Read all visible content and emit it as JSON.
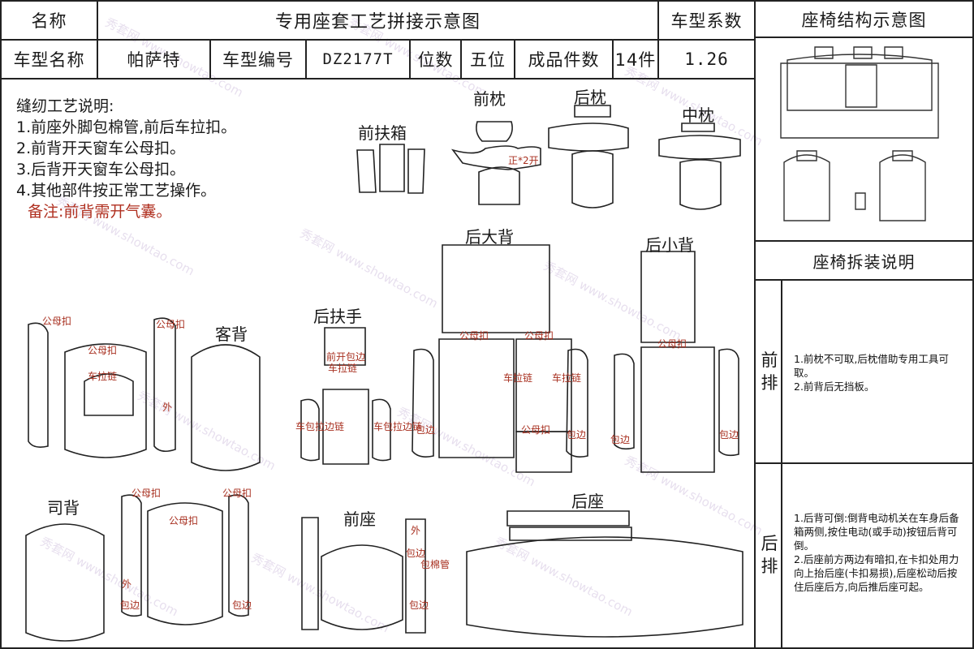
{
  "header": {
    "name_label": "名称",
    "doc_title": "专用座套工艺拼接示意图",
    "coef_label": "车型系数",
    "struct_title": "座椅结构示意图"
  },
  "info_row": {
    "model_name_label": "车型名称",
    "model_name": "帕萨特",
    "model_code_label": "车型编号",
    "model_code": "DZ2177T",
    "seats_label": "位数",
    "seats": "五位",
    "pieces_label": "成品件数",
    "pieces": "14件",
    "coef": "1.26"
  },
  "sewing_notes": {
    "heading": "缝纫工艺说明:",
    "items": [
      "1.前座外脚包棉管,前后车拉扣。",
      "2.前背开天窗车公母扣。",
      "3.后背开天窗车公母扣。",
      "4.其他部件按正常工艺操作。"
    ],
    "remark": "备注:前背需开气囊。"
  },
  "part_titles": {
    "front_headrest": "前枕",
    "rear_headrest": "后枕",
    "middle_headrest": "中枕",
    "front_armbox": "前扶箱",
    "rear_big_back": "后大背",
    "rear_small_back": "后小背",
    "passenger_back": "客背",
    "rear_armrest": "后扶手",
    "driver_back": "司背",
    "front_seat": "前座",
    "rear_seat": "后座"
  },
  "annotations": {
    "snap": "公母扣",
    "zipper": "车拉链",
    "outer": "外",
    "edge": "包边",
    "cotton_tube": "包棉管",
    "edge_zip": "车包拉边链",
    "front_open": "前开包边",
    "front_open_zip": "车拉链",
    "open": "正*2开"
  },
  "side_panel": {
    "disassembly_title": "座椅拆装说明",
    "front_row_label": "前排",
    "front_row_text": "1.前枕不可取,后枕借助专用工具可取。\n2.前背后无挡板。",
    "rear_row_label": "后排",
    "rear_row_text": "1.后背可倒:倒背电动机关在车身后备箱两侧,按住电动(或手动)按钮后背可倒。\n2.后座前方两边有暗扣,在卡扣处用力向上抬后座(卡扣易损),后座松动后按住后座后方,向后推后座可起。"
  },
  "watermark": "秀套网 www.showtao.com",
  "colors": {
    "annotation": "#a83020",
    "line": "#222222"
  }
}
